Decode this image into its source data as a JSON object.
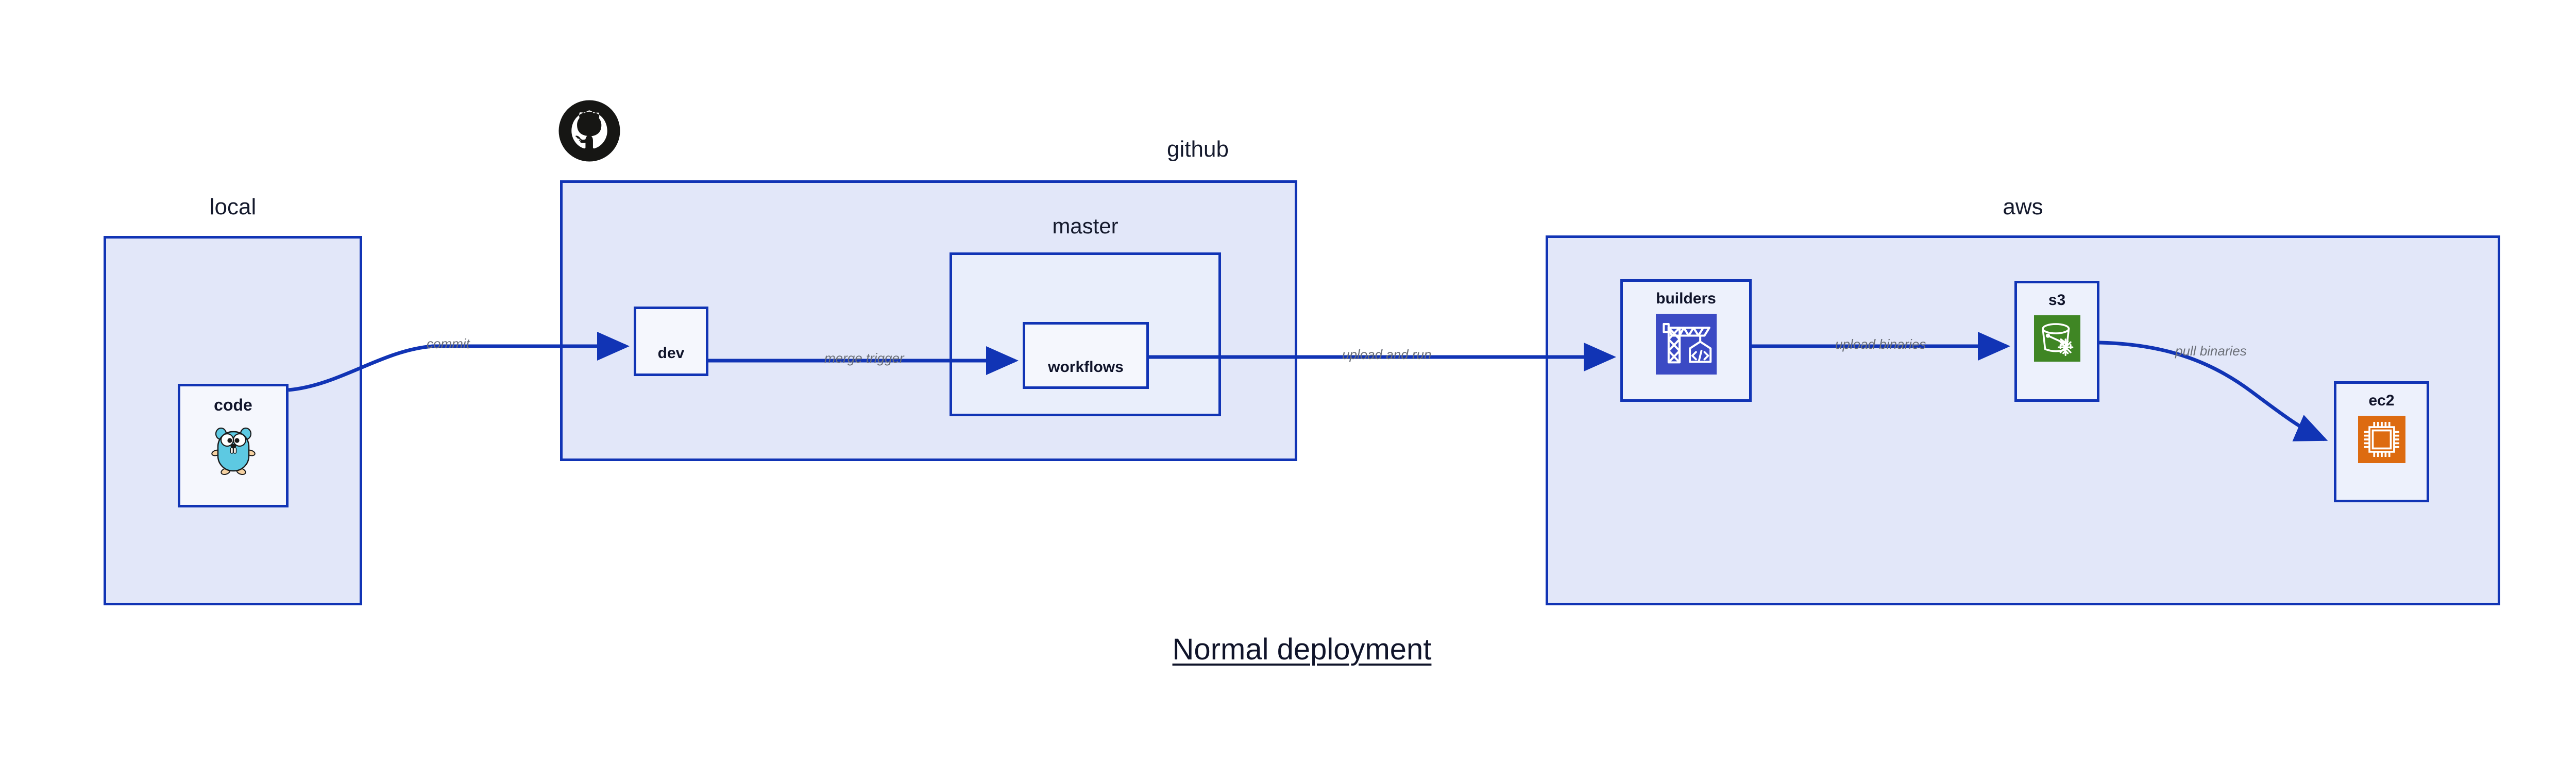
{
  "title": {
    "text": "Normal deployment"
  },
  "colors": {
    "group_border": "#1134B5",
    "group_fill": "#E2E7F9",
    "subgroup_fill": "#E9EEFB",
    "node_fill": "#EDF1FC",
    "node_fill_white": "#F5F7FD",
    "arrow": "#1134B5",
    "edge_label": "#6B6F77",
    "title_text": "#10142A",
    "codebuild_blue": "#3B4AC4",
    "s3_green": "#3F8624",
    "ec2_orange": "#DD6B10",
    "github_black": "#161614",
    "gopher_body": "#5DC9E2",
    "gopher_limb": "#F6D2A2"
  },
  "groups": [
    {
      "id": "local",
      "label": "local"
    },
    {
      "id": "github",
      "label": "github"
    },
    {
      "id": "master",
      "label": "master"
    },
    {
      "id": "aws",
      "label": "aws"
    }
  ],
  "nodes": [
    {
      "id": "code",
      "label": "code",
      "icon": "go-gopher-icon"
    },
    {
      "id": "dev",
      "label": "dev",
      "icon": "none"
    },
    {
      "id": "workflows",
      "label": "workflows",
      "icon": "none"
    },
    {
      "id": "builders",
      "label": "builders",
      "icon": "aws-codebuild-icon"
    },
    {
      "id": "s3",
      "label": "s3",
      "icon": "aws-s3-glacier-icon"
    },
    {
      "id": "ec2",
      "label": "ec2",
      "icon": "aws-ec2-icon"
    }
  ],
  "edges": [
    {
      "id": "commit",
      "label": "commit",
      "from": "code",
      "to": "dev"
    },
    {
      "id": "merge-trigger",
      "label": "merge trigger",
      "from": "dev",
      "to": "workflows"
    },
    {
      "id": "upload-and-run",
      "label": "upload and run",
      "from": "workflows",
      "to": "builders"
    },
    {
      "id": "upload-binaries",
      "label": "upload binaries",
      "from": "builders",
      "to": "s3"
    },
    {
      "id": "pull-binaries",
      "label": "pull binaries",
      "from": "s3",
      "to": "ec2"
    }
  ],
  "logos": [
    {
      "id": "github-logo",
      "name": "github-octocat-icon"
    }
  ]
}
